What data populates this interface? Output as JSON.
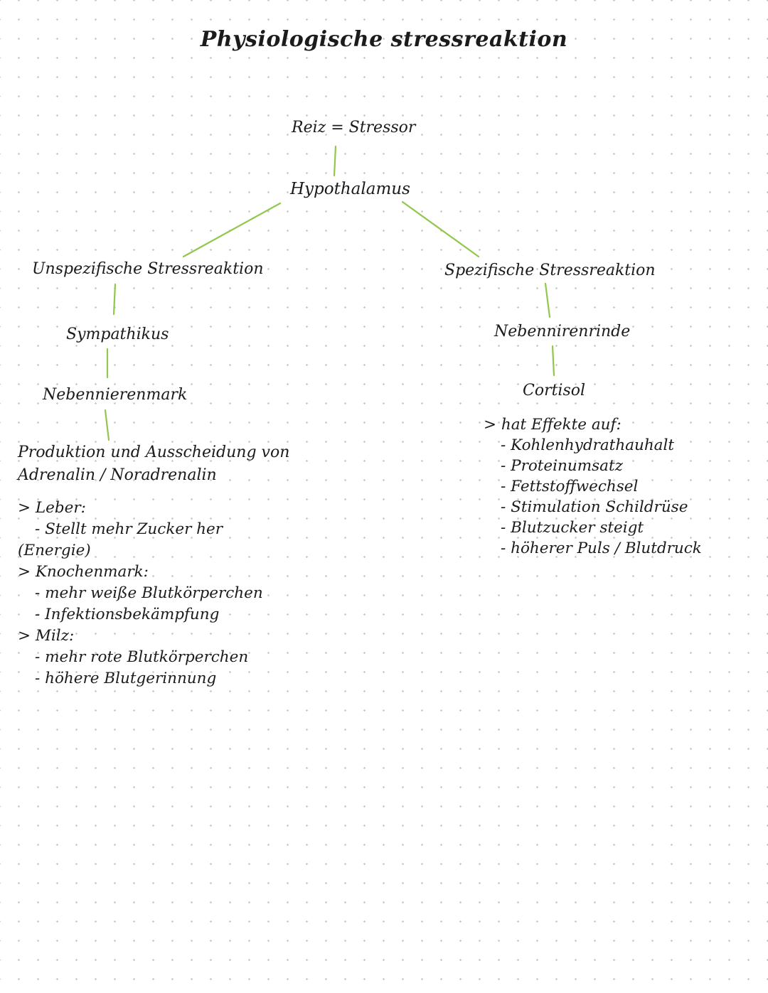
{
  "page": {
    "title": "Physiologische stressreaktion"
  },
  "colors": {
    "connector_line": "#90c74c",
    "text": "#1b1b1b",
    "dot_grid": "#cbcbcb",
    "background": "#ffffff"
  },
  "diagram": {
    "nodes": {
      "stressor": "Reiz = Stressor",
      "hypothalamus": "Hypothalamus",
      "unspecific": "Unspezifische Stressreaktion",
      "sympathikus": "Sympathikus",
      "nebennierenmark": "Nebennierenmark",
      "produktion_line1": "Produktion und Ausscheidung von",
      "produktion_line2": "Adrenalin / Noradrenalin",
      "specific": "Spezifische Stressreaktion",
      "nebennirenrinde": "Nebennirenrinde",
      "cortisol": "Cortisol"
    },
    "left_list": [
      "> Leber:",
      "- Stellt mehr Zucker her",
      "(Energie)",
      "> Knochenmark:",
      "- mehr weiße Blutkörperchen",
      "- Infektionsbekämpfung",
      "> Milz:",
      "- mehr rote Blutkörperchen",
      "- höhere Blutgerinnung"
    ],
    "right_list": [
      "> hat Effekte auf:",
      "- Kohlenhydrathauhalt",
      "- Proteinumsatz",
      "- Fettstoffwechsel",
      "- Stimulation Schildrüse",
      "- Blutzucker steigt",
      "- höherer Puls / Blutdruck"
    ]
  }
}
